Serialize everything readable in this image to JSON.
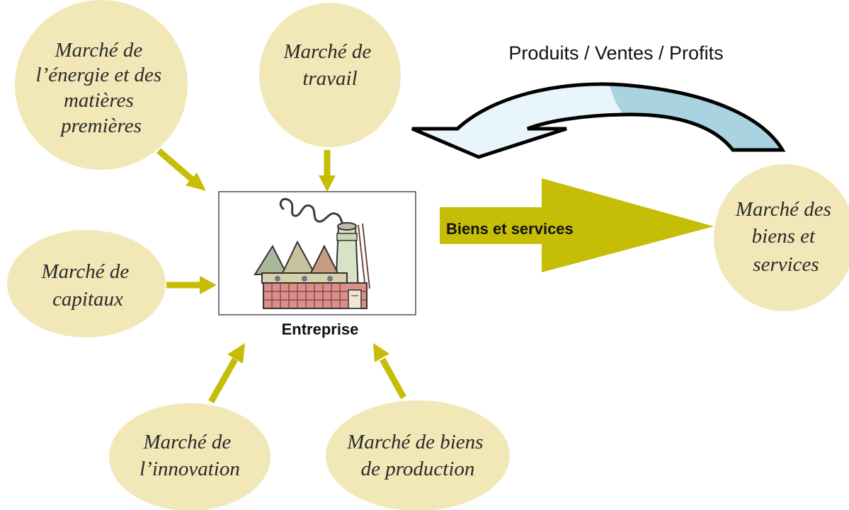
{
  "colors": {
    "circle_fill": "#F1E7B7",
    "arrow_fill": "#C6BD06",
    "curved_arrow_light": "#E8F6FB",
    "curved_arrow_dark": "#A9D3E1",
    "curved_arrow_stroke": "#000000",
    "text_dark": "#222222"
  },
  "markets": {
    "energie": {
      "lines": [
        "Marché de",
        "l’énergie et des",
        "matières",
        "premières"
      ]
    },
    "travail": {
      "lines": [
        "Marché de",
        "travail"
      ]
    },
    "capitaux": {
      "lines": [
        "Marché de",
        "capitaux"
      ]
    },
    "innovation": {
      "lines": [
        "Marché de",
        "l’innovation"
      ]
    },
    "production": {
      "lines": [
        "Marché de biens",
        "de production"
      ]
    },
    "biens": {
      "lines": [
        "Marché des",
        "biens et",
        "services"
      ]
    }
  },
  "enterprise": {
    "label": "Entreprise",
    "icon": "factory-icon"
  },
  "flows": {
    "goods": "Biens et services",
    "return": "Produits / Ventes / Profits"
  }
}
